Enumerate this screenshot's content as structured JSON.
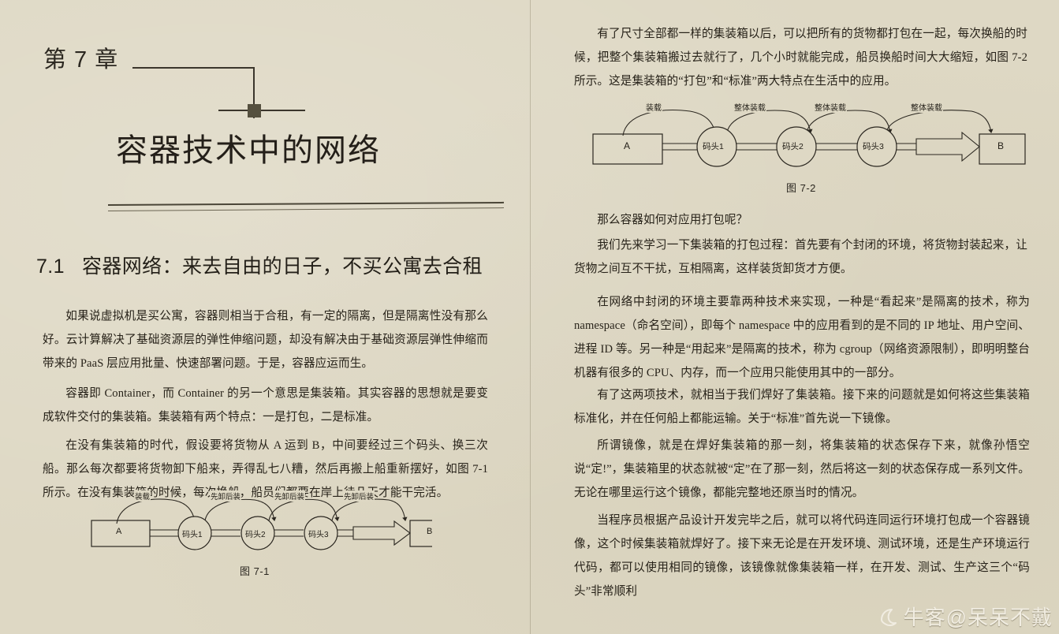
{
  "page": {
    "background_color": "#ded8c4",
    "text_color": "#272219"
  },
  "chapter": {
    "number_label": "第 7 章",
    "title": "容器技术中的网络"
  },
  "section": {
    "number": "7.1",
    "title": "容器网络：来去自由的日子，不买公寓去合租"
  },
  "left_column": {
    "paragraphs": [
      "如果说虚拟机是买公寓，容器则相当于合租，有一定的隔离，但是隔离性没有那么好。云计算解决了基础资源层的弹性伸缩问题，却没有解决由于基础资源层弹性伸缩而带来的 PaaS 层应用批量、快速部署问题。于是，容器应运而生。",
      "容器即 Container，而 Container 的另一个意思是集装箱。其实容器的思想就是要变成软件交付的集装箱。集装箱有两个特点：一是打包，二是标准。",
      "在没有集装箱的时代，假设要将货物从 A 运到 B，中间要经过三个码头、换三次船。那么每次都要将货物卸下船来，弄得乱七八糟，然后再搬上船重新摆好，如图 7-1 所示。在没有集装箱的时候，每次换船，船员们都要在岸上待几天才能干完活。"
    ]
  },
  "right_column": {
    "paragraphs": [
      "有了尺寸全部都一样的集装箱以后，可以把所有的货物都打包在一起，每次换船的时候，把整个集装箱搬过去就行了，几个小时就能完成，船员换船时间大大缩短，如图 7-2 所示。这是集装箱的“打包”和“标准”两大特点在生活中的应用。",
      "那么容器如何对应用打包呢？",
      "我们先来学习一下集装箱的打包过程：首先要有个封闭的环境，将货物封装起来，让货物之间互不干扰，互相隔离，这样装货卸货才方便。",
      "在网络中封闭的环境主要靠两种技术来实现，一种是“看起来”是隔离的技术，称为 namespace（命名空间），即每个 namespace 中的应用看到的是不同的 IP 地址、用户空间、进程 ID 等。另一种是“用起来”是隔离的技术，称为 cgroup（网络资源限制），即明明整台机器有很多的 CPU、内存，而一个应用只能使用其中的一部分。",
      "有了这两项技术，就相当于我们焊好了集装箱。接下来的问题就是如何将这些集装箱标准化，并在任何船上都能运输。关于“标准”首先说一下镜像。",
      "所谓镜像，就是在焊好集装箱的那一刻，将集装箱的状态保存下来，就像孙悟空说“定!”，集装箱里的状态就被“定”在了那一刻，然后将这一刻的状态保存成一系列文件。无论在哪里运行这个镜像，都能完整地还原当时的情况。",
      "当程序员根据产品设计开发完毕之后，就可以将代码连同运行环境打包成一个容器镜像，这个时候集装箱就焊好了。接下来无论是在开发环境、测试环境，还是生产环境运行代码，都可以使用相同的镜像，该镜像就像集装箱一样，在开发、测试、生产这三个“码头”非常顺利"
    ]
  },
  "figures": [
    {
      "id": "figure-7-1",
      "caption": "图 7-1",
      "nodes": [
        {
          "label": "A",
          "shape": "rect"
        },
        {
          "label": "码头1",
          "shape": "circle"
        },
        {
          "label": "码头2",
          "shape": "circle"
        },
        {
          "label": "码头3",
          "shape": "circle"
        },
        {
          "label": "B",
          "shape": "rect"
        }
      ],
      "arc_labels": [
        "装载",
        "先卸后装",
        "先卸后装",
        "先卸后装"
      ]
    },
    {
      "id": "figure-7-2",
      "caption": "图 7-2",
      "nodes": [
        {
          "label": "A",
          "shape": "rect"
        },
        {
          "label": "码头1",
          "shape": "circle"
        },
        {
          "label": "码头2",
          "shape": "circle"
        },
        {
          "label": "码头3",
          "shape": "circle"
        },
        {
          "label": "B",
          "shape": "rect"
        }
      ],
      "arc_labels": [
        "装载",
        "整体装载",
        "整体装载",
        "整体装载"
      ]
    }
  ],
  "watermark": {
    "text": "牛客@呆呆不戴"
  }
}
